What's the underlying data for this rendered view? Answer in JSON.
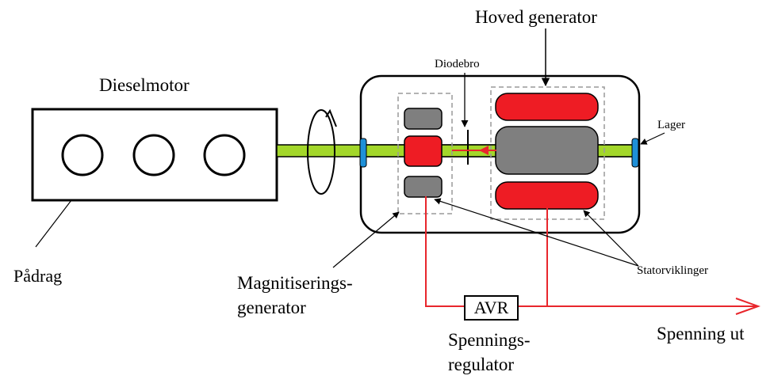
{
  "labels": {
    "diesel": "Dieselmotor",
    "main_gen": "Hoved generator",
    "diode": "Diodebro",
    "bearing": "Lager",
    "throttle": "Pådrag",
    "excitation_1": "Magnitiserings-",
    "excitation_2": "generator",
    "avr": "AVR",
    "regulator_1": "Spennings-",
    "regulator_2": "regulator",
    "voltage_out": "Spenning ut",
    "stator": "Statorviklinger"
  },
  "colors": {
    "winding_red": "#ee1c24",
    "winding_gray": "#7f7f7f",
    "shaft_green": "#a3d72a",
    "bearing_blue": "#1e90d8",
    "wire_red": "#e8262c",
    "dashed_gray": "#9a9a9a"
  }
}
